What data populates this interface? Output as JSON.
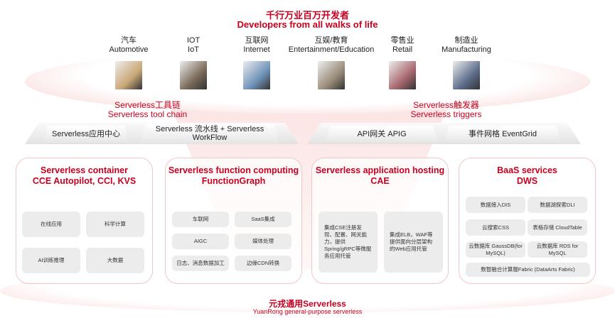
{
  "header": {
    "title_cn": "千行万业百万开发者",
    "title_en": "Developers from all walks of life"
  },
  "industries": [
    {
      "cn": "汽车",
      "en": "Automotive",
      "color": "#c9a877"
    },
    {
      "cn": "IOT",
      "en": "IoT",
      "color": "#7a6a58"
    },
    {
      "cn": "互联网",
      "en": "Internet",
      "color": "#6f93b8"
    },
    {
      "cn": "互娱/教育",
      "en": "Entertainment/Education",
      "color": "#9a8c7a"
    },
    {
      "cn": "零售业",
      "en": "Retail",
      "color": "#a7686e"
    },
    {
      "cn": "制造业",
      "en": "Manufacturing",
      "color": "#5d6d8c"
    }
  ],
  "toolchain": {
    "title_cn": "Serverless工具链",
    "title_en": "Serverless tool chain",
    "items": [
      "Serverless应用中心",
      "Serverless 流水线 + Serverless WorkFlow"
    ]
  },
  "triggers": {
    "title_cn": "Serverless触发器",
    "title_en": "Serverless triggers",
    "items": [
      "API网关 APIG",
      "事件网格 EventGrid"
    ]
  },
  "cards": [
    {
      "title1": "Serverless container",
      "title2": "CCE Autopilot, CCI, KVS",
      "tiles": [
        "在线应用",
        "科学计算",
        "AI训练推理",
        "大数据"
      ]
    },
    {
      "title1": "Serverless function computing",
      "title2": "FunctionGraph",
      "tiles": [
        "车联网",
        "SaaS集成",
        "AIGC",
        "媒体处理",
        "日志、消息数据加工",
        "边缘CDN转换"
      ]
    },
    {
      "title1": "Serverless application hosting",
      "title2": "CAE",
      "tiles": [
        "集成CSE注册发现、配置、网关能力，提供Spring/gRPC等微服务应用托管",
        "集成ELB，WAF等提供面向分层架构的Web应用托管"
      ]
    },
    {
      "title1": "BaaS services",
      "title2": "DWS",
      "tiles": [
        "数据接入DIS",
        "数据湖探索DLI",
        "云搜索CSS",
        "表格存储 CloudTable",
        "云数据库 GaussDB(for MySQL)",
        "云数据库 RDS for MySQL",
        "数智融合计算服Fabric (DataArts Fabric)"
      ]
    }
  ],
  "footer": {
    "cn": "元戎通用Serverless",
    "en": "YuanRong general-purpose serverless"
  }
}
